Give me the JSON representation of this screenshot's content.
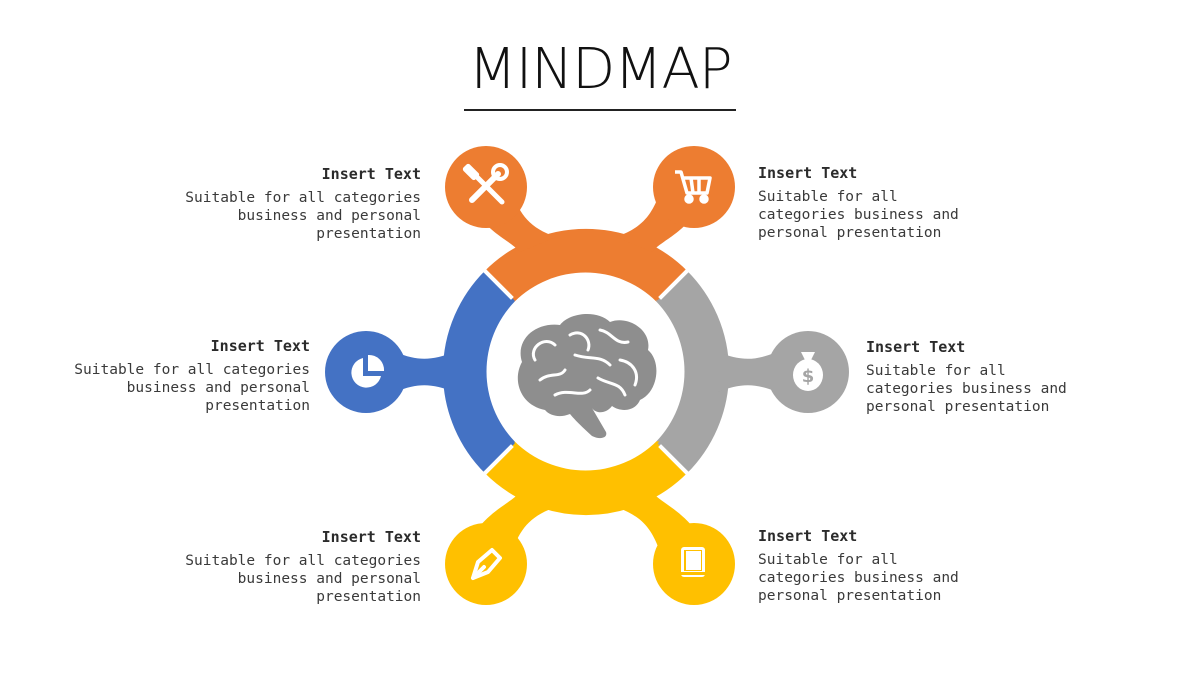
{
  "title": "MINDMAP",
  "colors": {
    "orange": "#ED7D31",
    "gray": "#A5A5A5",
    "yellow": "#FFC000",
    "blue": "#4472C4",
    "brain": "#8E8E8E"
  },
  "center_icon": "brain-icon",
  "nodes": [
    {
      "id": "top-left",
      "title": "Insert Text",
      "body": "Suitable for all categories business and personal presentation",
      "icon": "tools-icon",
      "color": "orange"
    },
    {
      "id": "top-right",
      "title": "Insert Text",
      "body": "Suitable for all categories business and personal presentation",
      "icon": "cart-icon",
      "color": "orange"
    },
    {
      "id": "middle-left",
      "title": "Insert Text",
      "body": "Suitable for all categories business and personal presentation",
      "icon": "pie-chart-icon",
      "color": "blue"
    },
    {
      "id": "middle-right",
      "title": "Insert Text",
      "body": "Suitable for all categories business and personal presentation",
      "icon": "money-bag-icon",
      "color": "gray"
    },
    {
      "id": "bottom-left",
      "title": "Insert Text",
      "body": "Suitable for all categories business and personal presentation",
      "icon": "pen-icon",
      "color": "yellow"
    },
    {
      "id": "bottom-right",
      "title": "Insert Text",
      "body": "Suitable for all categories business and personal presentation",
      "icon": "book-icon",
      "color": "yellow"
    }
  ]
}
